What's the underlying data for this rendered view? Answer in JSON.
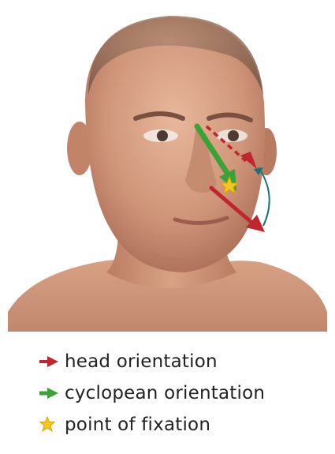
{
  "legend": {
    "items": [
      {
        "label": "head orientation",
        "icon": "red-arrow-icon",
        "color": "#c0262d"
      },
      {
        "label": "cyclopean orientation",
        "icon": "green-arrow-icon",
        "color": "#3aa335"
      },
      {
        "label": "point of fixation",
        "icon": "yellow-star-icon",
        "color": "#f2c61f"
      }
    ]
  },
  "colors": {
    "head_arrow": "#c0262d",
    "cyclopean_arrow": "#3aa335",
    "fixation_point": "#f2c61f",
    "rotation_arc": "#1d6f78",
    "skin": "#d9a48a"
  }
}
